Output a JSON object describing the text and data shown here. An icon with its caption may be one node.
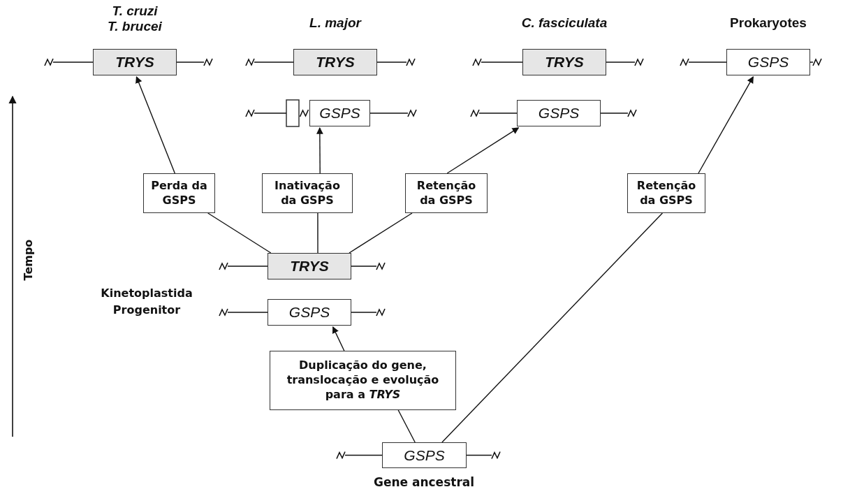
{
  "diagram": {
    "nodes": [
      {
        "text": [
          "TRYS"
        ],
        "beside": [
          "T. cruzi T. brucei"
        ]
      },
      {
        "text": [
          "TRYS"
        ],
        "beside": [
          "L. major"
        ]
      },
      {
        "text": [
          "GSPS"
        ]
      },
      {
        "text": [
          "TRYS"
        ],
        "beside": [
          "C. fasciculata"
        ]
      },
      {
        "text": [
          "GSPS"
        ]
      },
      {
        "text": [
          "GSPS"
        ],
        "beside": [
          "Prokaryotes"
        ]
      },
      {
        "text": [
          "Perda da GSPS"
        ]
      },
      {
        "text": [
          "Inativação da GSPS"
        ]
      },
      {
        "text": [
          "Retenção da GSPS"
        ]
      },
      {
        "text": [
          "Retenção da GSPS"
        ]
      },
      {
        "text": [
          "TRYS"
        ]
      },
      {
        "text": [
          "GSPS"
        ]
      },
      {
        "text": [
          "Duplicação do gene, translocação e evolução para a *TRYS*"
        ]
      },
      {
        "text": [
          "GSPS"
        ],
        "beside": [
          "Gene ancestral"
        ]
      }
    ],
    "edges": [
      {
        "from": 10,
        "to": 6,
        "arrow": "none"
      },
      {
        "from": 6,
        "to": 0,
        "arrow": "to"
      },
      {
        "from": 10,
        "to": 7,
        "arrow": "none"
      },
      {
        "from": 7,
        "to": 2,
        "arrow": "to"
      },
      {
        "from": 10,
        "to": 8,
        "arrow": "none"
      },
      {
        "from": 8,
        "to": 4,
        "arrow": "to"
      },
      {
        "from": 13,
        "to": 12,
        "arrow": "none"
      },
      {
        "from": 12,
        "to": 11,
        "arrow": "to"
      },
      {
        "from": 13,
        "to": 9,
        "arrow": "none"
      },
      {
        "from": 9,
        "to": 5,
        "arrow": "to"
      }
    ],
    "labels": [
      "Kinetoplastida Progenitor",
      "Tempo"
    ]
  }
}
